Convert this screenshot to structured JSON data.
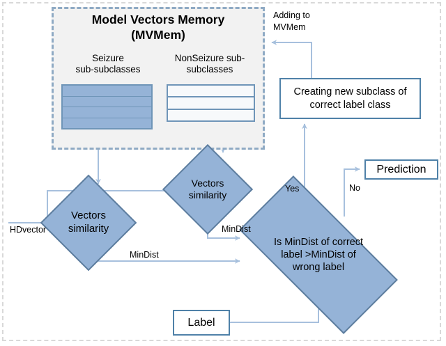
{
  "diagram": {
    "title": "HD computing seizure classification flowchart",
    "memory_panel": {
      "name": "model-vectors-memory",
      "title_line1": "Model Vectors Memory",
      "title_line2": "(MVMem)",
      "groups": [
        {
          "name": "seizure-group",
          "head_line1": "Seizure",
          "head_line2": "sub-subclasses",
          "rows": 4,
          "filled": true,
          "fill_color": "#95b3d7"
        },
        {
          "name": "nonseizure-group",
          "head_line1": "NonSeizure sub-",
          "head_line2": "subclasses",
          "rows": 3,
          "filled": false,
          "fill_color": "#f7f9fb"
        }
      ]
    },
    "nodes": {
      "vectors_similarity_1": "Vectors\nsimilarity",
      "vectors_similarity_1_l1": "Vectors",
      "vectors_similarity_1_l2": "similarity",
      "vectors_similarity_2_l1": "Vectors",
      "vectors_similarity_2_l2": "similarity",
      "decision_l1": "Is MinDist of correct",
      "decision_l2": "label >MinDist of",
      "decision_l3": "wrong label",
      "creating_l1": "Creating new subclass of",
      "creating_l2": "correct label class",
      "prediction": "Prediction",
      "label": "Label"
    },
    "edge_labels": {
      "hdvector": "HDvector",
      "mindist_lower": "MinDist",
      "mindist_upper": "MinDist",
      "yes": "Yes",
      "no": "No",
      "adding_l1": "Adding to",
      "adding_l2": "MVMem"
    },
    "colors": {
      "shape_fill": "#95b3d7",
      "shape_border": "#5d7d9e",
      "box_border": "#4f81a8",
      "connector": "#a7c0dd",
      "panel_bg": "#f2f2f2",
      "panel_border": "#8faac4",
      "frame_border": "#d9d9d9",
      "text": "#000000"
    }
  }
}
